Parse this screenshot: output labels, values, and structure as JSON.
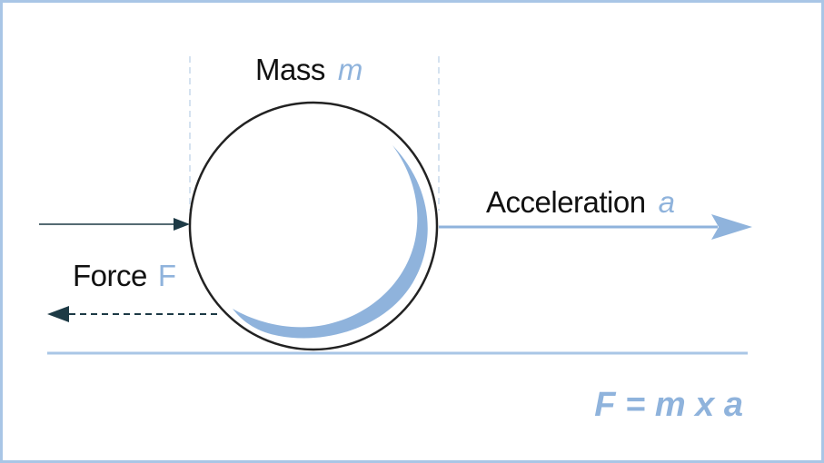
{
  "labels": {
    "mass_text": "Mass",
    "mass_symbol": "m",
    "acceleration_text": "Acceleration",
    "acceleration_symbol": "a",
    "force_text": "Force",
    "force_symbol": "F"
  },
  "formula": "F = m x a",
  "colors": {
    "frame": "#a9c6e6",
    "accent": "#8fb3dc",
    "ink": "#111111",
    "dark_arrow": "#1d3a45",
    "guide": "#c7d8ec"
  }
}
